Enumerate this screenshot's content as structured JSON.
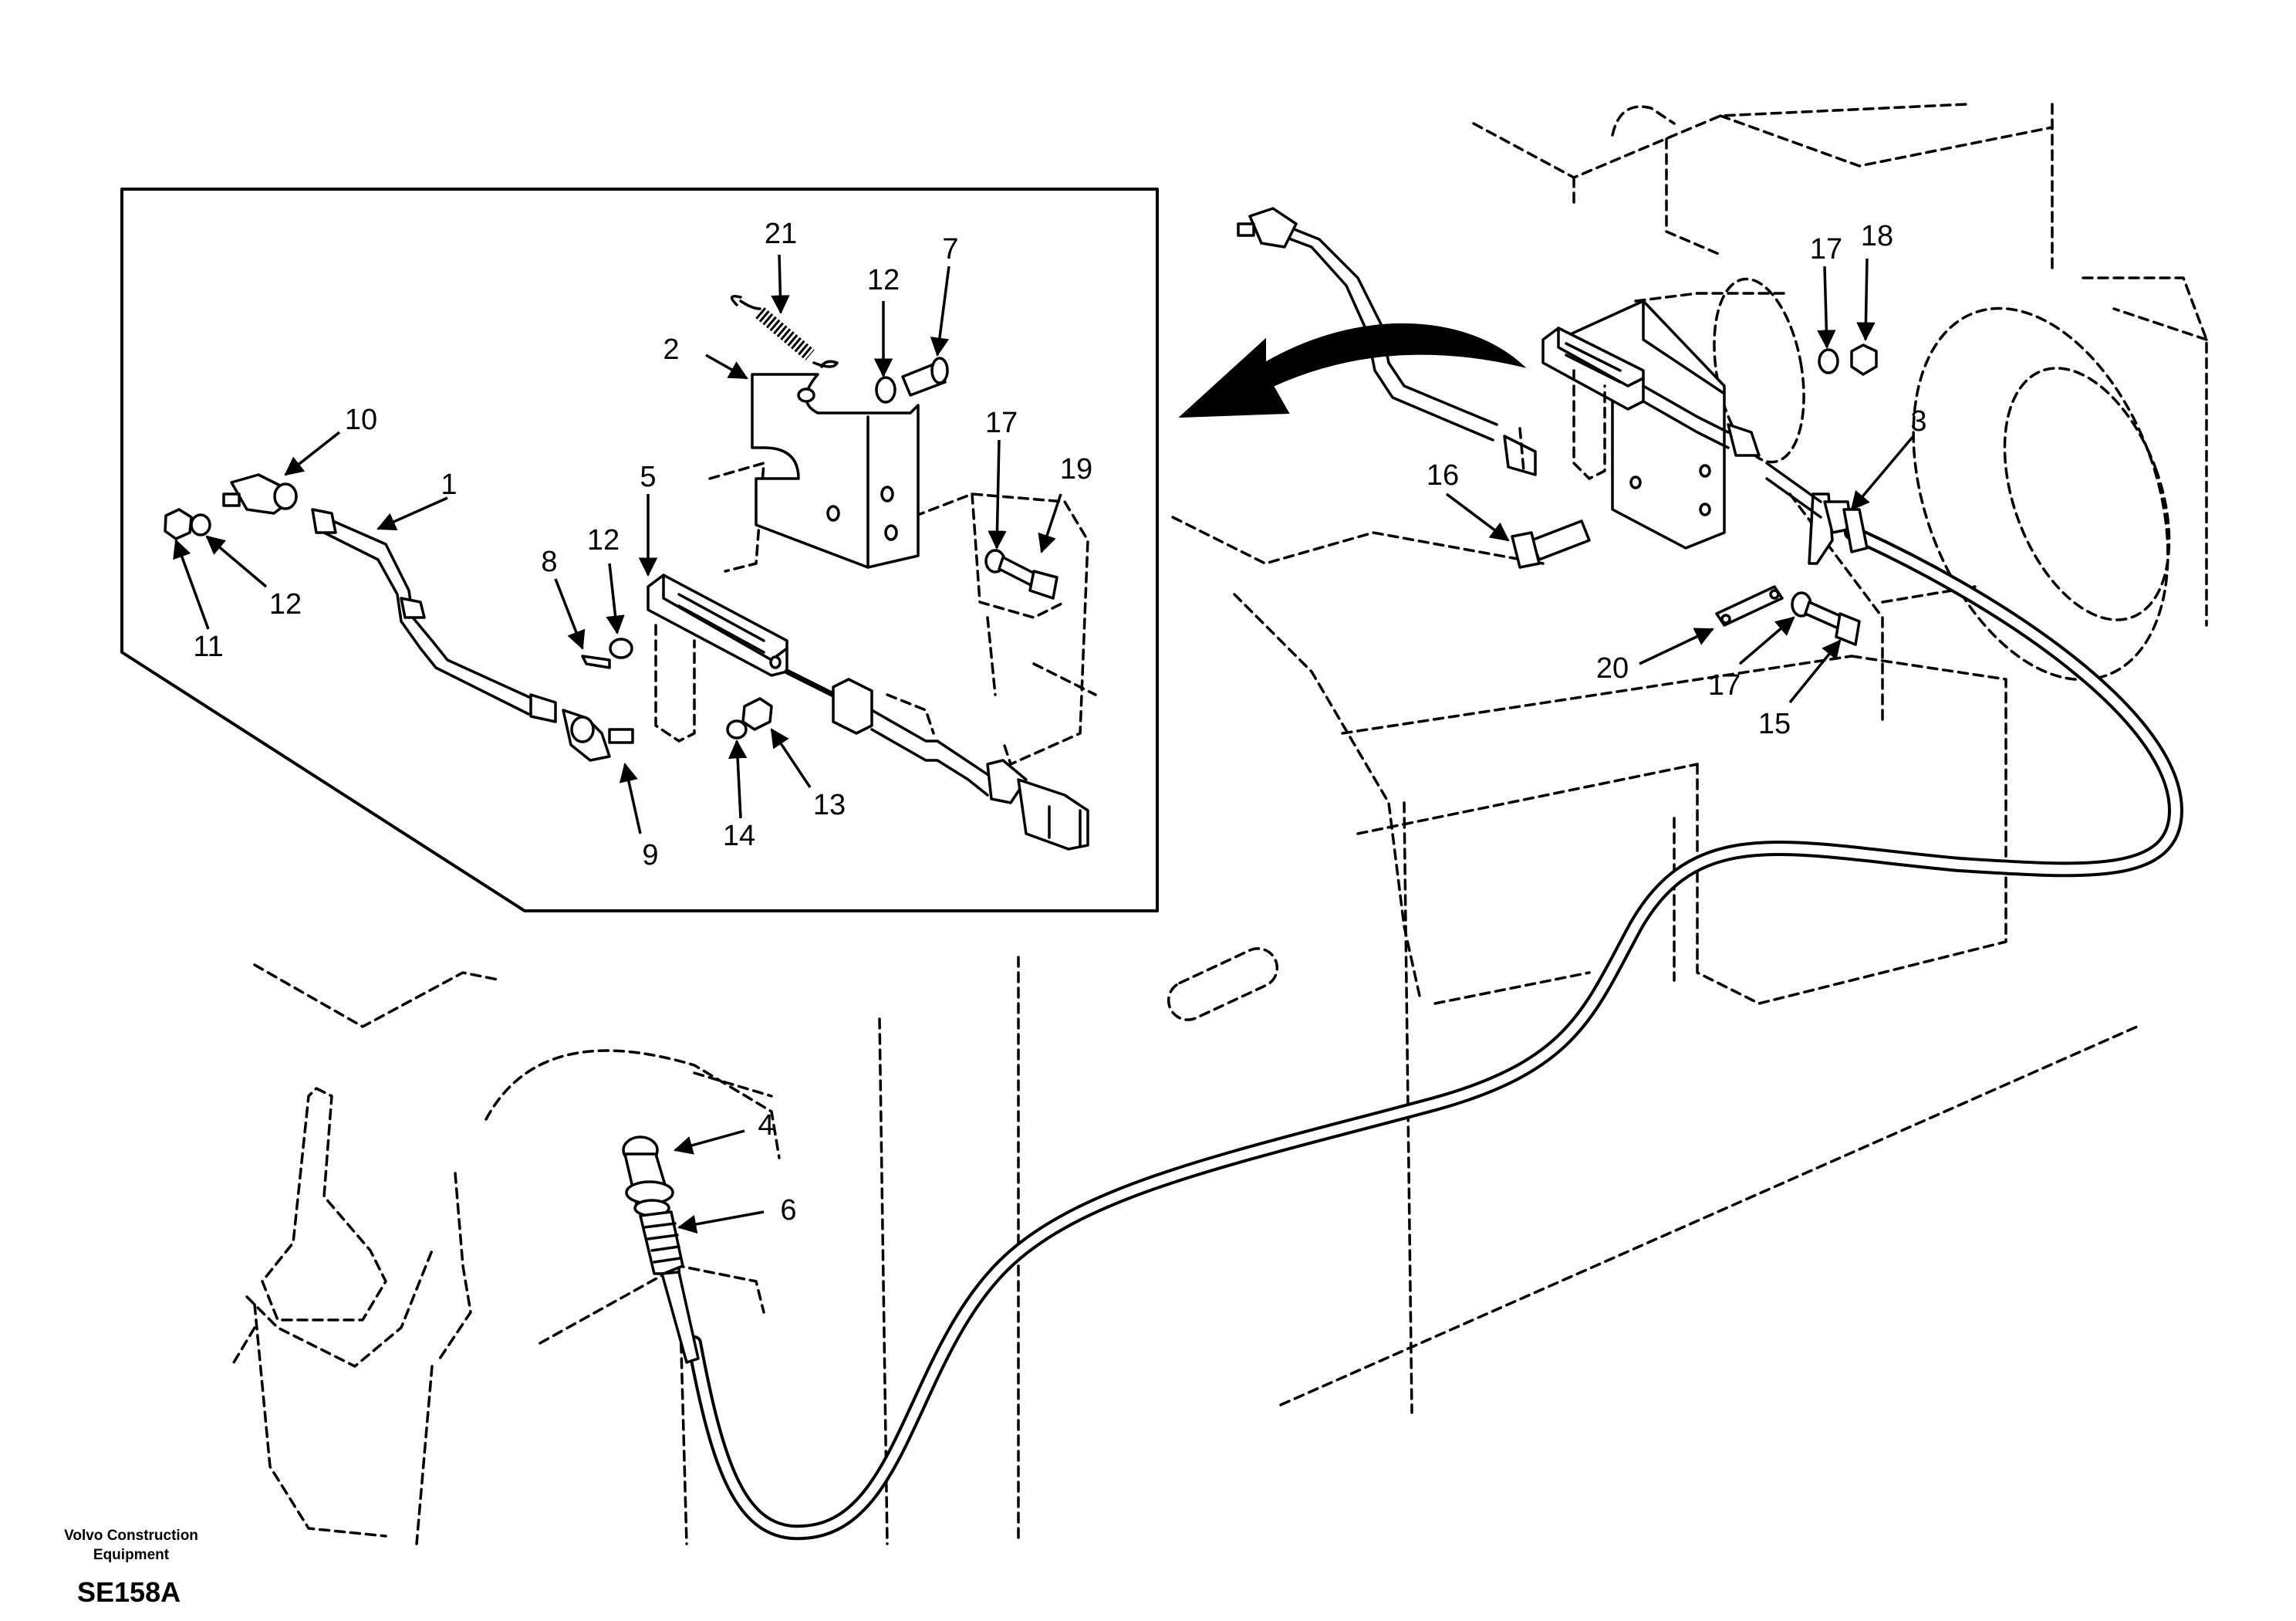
{
  "callouts": {
    "c1": "1",
    "c2": "2",
    "c3": "3",
    "c4": "4",
    "c5": "5",
    "c6": "6",
    "c7": "7",
    "c8": "8",
    "c9": "9",
    "c10": "10",
    "c11": "11",
    "c12": "12",
    "c13": "13",
    "c14": "14",
    "c15": "15",
    "c16": "16",
    "c17": "17",
    "c18": "18",
    "c19": "19",
    "c20": "20",
    "c21": "21"
  },
  "footer": {
    "brand_line1": "Volvo Construction",
    "brand_line2": "Equipment",
    "drawing_code": "SE158A"
  }
}
